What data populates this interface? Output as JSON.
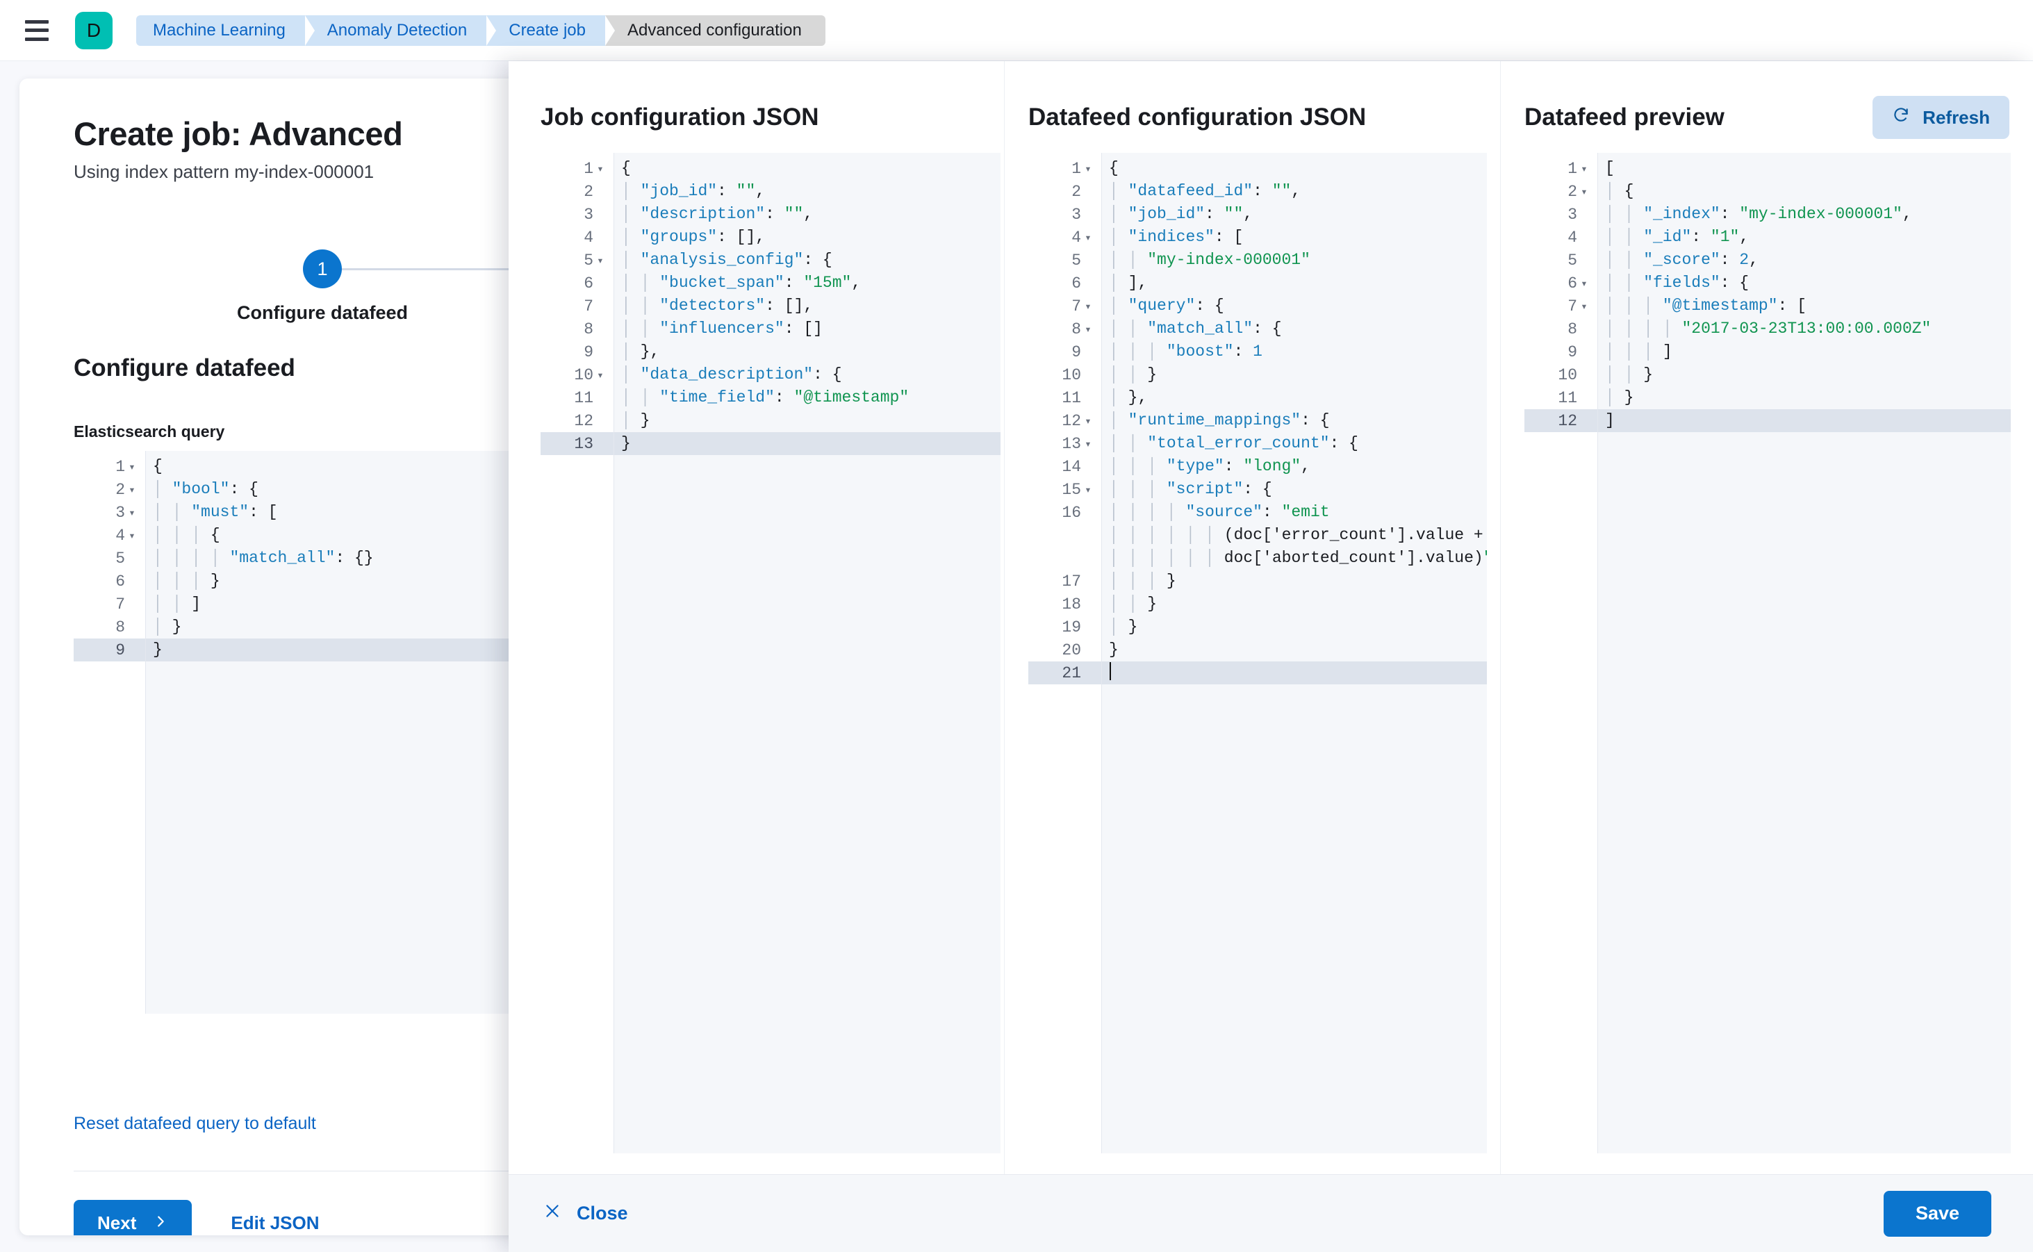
{
  "chrome": {
    "menu_icon": "hamburger-icon",
    "space_avatar_letter": "D",
    "breadcrumbs": [
      {
        "label": "Machine Learning",
        "current": false
      },
      {
        "label": "Anomaly Detection",
        "current": false
      },
      {
        "label": "Create job",
        "current": false
      },
      {
        "label": "Advanced configuration",
        "current": true
      }
    ]
  },
  "wizard": {
    "title": "Create job: Advanced",
    "subtitle": "Using index pattern my-index-000001",
    "step_number": "1",
    "step_label": "Configure datafeed",
    "section_title": "Configure datafeed",
    "query_label": "Elasticsearch query",
    "reset_link": "Reset datafeed query to default",
    "next_label": "Next",
    "next_icon": "chevron-right-icon",
    "edit_json_label": "Edit JSON",
    "query_editor": {
      "lines": [
        {
          "n": "1",
          "fold": true,
          "active": false,
          "text": "{"
        },
        {
          "n": "2",
          "fold": true,
          "active": false,
          "text": "  \"bool\": {"
        },
        {
          "n": "3",
          "fold": true,
          "active": false,
          "text": "    \"must\": ["
        },
        {
          "n": "4",
          "fold": true,
          "active": false,
          "text": "      {"
        },
        {
          "n": "5",
          "fold": false,
          "active": false,
          "text": "        \"match_all\": {}"
        },
        {
          "n": "6",
          "fold": false,
          "active": false,
          "text": "      }"
        },
        {
          "n": "7",
          "fold": false,
          "active": false,
          "text": "    ]"
        },
        {
          "n": "8",
          "fold": false,
          "active": false,
          "text": "  }"
        },
        {
          "n": "9",
          "fold": false,
          "active": true,
          "text": "}"
        }
      ]
    }
  },
  "flyout": {
    "job_column": {
      "title": "Job configuration JSON",
      "lines": [
        {
          "n": "1",
          "fold": true,
          "active": false,
          "text": "{"
        },
        {
          "n": "2",
          "fold": false,
          "active": false,
          "text": "  \"job_id\": \"\","
        },
        {
          "n": "3",
          "fold": false,
          "active": false,
          "text": "  \"description\": \"\","
        },
        {
          "n": "4",
          "fold": false,
          "active": false,
          "text": "  \"groups\": [],"
        },
        {
          "n": "5",
          "fold": true,
          "active": false,
          "text": "  \"analysis_config\": {"
        },
        {
          "n": "6",
          "fold": false,
          "active": false,
          "text": "    \"bucket_span\": \"15m\","
        },
        {
          "n": "7",
          "fold": false,
          "active": false,
          "text": "    \"detectors\": [],"
        },
        {
          "n": "8",
          "fold": false,
          "active": false,
          "text": "    \"influencers\": []"
        },
        {
          "n": "9",
          "fold": false,
          "active": false,
          "text": "  },"
        },
        {
          "n": "10",
          "fold": true,
          "active": false,
          "text": "  \"data_description\": {"
        },
        {
          "n": "11",
          "fold": false,
          "active": false,
          "text": "    \"time_field\": \"@timestamp\""
        },
        {
          "n": "12",
          "fold": false,
          "active": false,
          "text": "  }"
        },
        {
          "n": "13",
          "fold": false,
          "active": true,
          "text": "}"
        }
      ]
    },
    "datafeed_column": {
      "title": "Datafeed configuration JSON",
      "lines": [
        {
          "n": "1",
          "fold": true,
          "active": false,
          "text": "{"
        },
        {
          "n": "2",
          "fold": false,
          "active": false,
          "text": "  \"datafeed_id\": \"\","
        },
        {
          "n": "3",
          "fold": false,
          "active": false,
          "text": "  \"job_id\": \"\","
        },
        {
          "n": "4",
          "fold": true,
          "active": false,
          "text": "  \"indices\": ["
        },
        {
          "n": "5",
          "fold": false,
          "active": false,
          "text": "    \"my-index-000001\""
        },
        {
          "n": "6",
          "fold": false,
          "active": false,
          "text": "  ],"
        },
        {
          "n": "7",
          "fold": true,
          "active": false,
          "text": "  \"query\": {"
        },
        {
          "n": "8",
          "fold": true,
          "active": false,
          "text": "    \"match_all\": {"
        },
        {
          "n": "9",
          "fold": false,
          "active": false,
          "text": "      \"boost\": 1"
        },
        {
          "n": "10",
          "fold": false,
          "active": false,
          "text": "    }"
        },
        {
          "n": "11",
          "fold": false,
          "active": false,
          "text": "  },"
        },
        {
          "n": "12",
          "fold": true,
          "active": false,
          "text": "  \"runtime_mappings\": {"
        },
        {
          "n": "13",
          "fold": true,
          "active": false,
          "text": "    \"total_error_count\": {"
        },
        {
          "n": "14",
          "fold": false,
          "active": false,
          "text": "      \"type\": \"long\","
        },
        {
          "n": "15",
          "fold": true,
          "active": false,
          "text": "      \"script\": {"
        },
        {
          "n": "16",
          "fold": false,
          "active": false,
          "wrap": true,
          "text": "        \"source\": \"emit\n            (doc['error_count'].value +\n            doc['aborted_count'].value)\""
        },
        {
          "n": "17",
          "fold": false,
          "active": false,
          "text": "      }"
        },
        {
          "n": "18",
          "fold": false,
          "active": false,
          "text": "    }"
        },
        {
          "n": "19",
          "fold": false,
          "active": false,
          "text": "  }"
        },
        {
          "n": "20",
          "fold": false,
          "active": false,
          "text": "}"
        },
        {
          "n": "21",
          "fold": false,
          "active": true,
          "caret": true,
          "text": ""
        }
      ]
    },
    "preview_column": {
      "title": "Datafeed preview",
      "refresh_label": "Refresh",
      "refresh_icon": "refresh-icon",
      "lines": [
        {
          "n": "1",
          "fold": true,
          "active": false,
          "text": "["
        },
        {
          "n": "2",
          "fold": true,
          "active": false,
          "text": "  {"
        },
        {
          "n": "3",
          "fold": false,
          "active": false,
          "text": "    \"_index\": \"my-index-000001\","
        },
        {
          "n": "4",
          "fold": false,
          "active": false,
          "text": "    \"_id\": \"1\","
        },
        {
          "n": "5",
          "fold": false,
          "active": false,
          "text": "    \"_score\": 2,"
        },
        {
          "n": "6",
          "fold": true,
          "active": false,
          "text": "    \"fields\": {"
        },
        {
          "n": "7",
          "fold": true,
          "active": false,
          "text": "      \"@timestamp\": ["
        },
        {
          "n": "8",
          "fold": false,
          "active": false,
          "text": "        \"2017-03-23T13:00:00.000Z\""
        },
        {
          "n": "9",
          "fold": false,
          "active": false,
          "text": "      ]"
        },
        {
          "n": "10",
          "fold": false,
          "active": false,
          "text": "    }"
        },
        {
          "n": "11",
          "fold": false,
          "active": false,
          "text": "  }"
        },
        {
          "n": "12",
          "fold": false,
          "active": true,
          "text": "]"
        }
      ]
    },
    "footer": {
      "close_label": "Close",
      "close_icon": "close-icon",
      "save_label": "Save"
    }
  },
  "colors": {
    "primary": "#0b75ce",
    "link": "#0b64c4",
    "accent_teal": "#00bfb3",
    "crumb_bg": "#cfe3f7",
    "crumb_current_bg": "#d8d8d8",
    "editor_bg": "#f5f7fa",
    "active_line": "#dde3ec",
    "json_key": "#1a7dba",
    "json_string": "#109450"
  }
}
